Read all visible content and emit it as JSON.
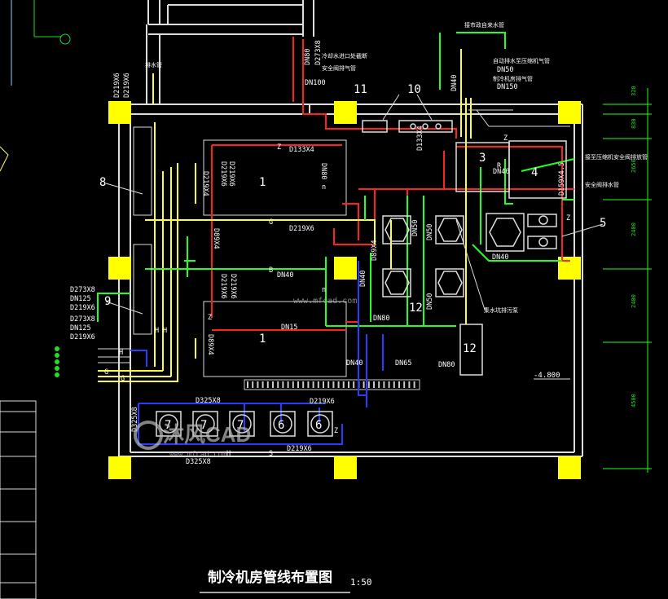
{
  "colors": {
    "background": "#000000",
    "wall": "#ffffff",
    "column": "#ffff00",
    "pipe_red": "#ff2020",
    "pipe_yellow": "#ffff30",
    "pipe_green": "#22ff22",
    "pipe_blue": "#2a3cff",
    "pipe_cyan": "#00e0e0",
    "text": "#ffffff"
  },
  "drawing": {
    "title": "制冷机房管线布置图",
    "scale": "1:50",
    "elevation": "-4.800"
  },
  "equipment": {
    "chiller_1": "1",
    "chiller_2": "1",
    "tag_3": "3",
    "tag_4": "4",
    "tag_5": "5",
    "tag_8": "8",
    "tag_9": "9",
    "tag_10": "10",
    "tag_11": "11",
    "tag_12": "12",
    "tag_12b": "12",
    "pump_6a": "6",
    "pump_6b": "6",
    "pump_7a": "7",
    "pump_7b": "7",
    "pump_7c": "7"
  },
  "pipe_labels": {
    "d133_top": "D133X4",
    "dn80_right": "DN80",
    "d219_g": "D219X6",
    "dn40_b": "DN40",
    "d219_left1": "D219X6",
    "d219_left2": "D219X6",
    "d89_1": "D89X4",
    "d219_v1": "D219X6",
    "d219_v2": "D219X6",
    "d89_2": "D89X4",
    "dn15": "DN15",
    "dn40_mid": "DN40",
    "dn80_mid": "DN80",
    "dn65": "DN65",
    "dn80_low": "DN80",
    "dn40_low": "DN40",
    "dn50_a": "DN50",
    "dn50_b": "DN50",
    "dn50_c": "DN50",
    "d133_v": "D133X4",
    "d159": "D159X4.5",
    "dn40_r1": "DN40",
    "dn40_r2": "DN40",
    "dn100": "DN100",
    "dn80_top": "DN80",
    "d273_top": "D273X8",
    "dn40_top": "DN40",
    "dn50_top": "DN50",
    "dn150_top": "DN150",
    "d219_tl1": "D219X6",
    "d219_tl2": "D219X6",
    "d325_top": "D325X8",
    "d325_left": "D325X8",
    "d325_bottom": "D325X8",
    "d219_b1": "D219X6",
    "d219_b2": "D219X6",
    "legend_1": "D273X8",
    "legend_2": "DN125",
    "legend_3": "D219X6",
    "legend_4": "D273X8",
    "legend_5": "DN125",
    "legend_6": "D219X6",
    "d219_x4": "D219X4",
    "d89_x4b": "D89X4"
  },
  "pipe_codes": {
    "z1": "Z",
    "g1": "G",
    "b1": "B",
    "n1": "n",
    "n2": "n",
    "h1": "H",
    "h2": "H",
    "g2": "G",
    "g3": "G",
    "h3": "H",
    "z2": "Z",
    "z3": "Z",
    "r1": "R",
    "z4": "Z",
    "h4": "H",
    "s1": "S",
    "z5": "Z"
  },
  "annotations": {
    "cold_water": "接市政自来水管",
    "dn40_note": "自动排水至压缩机气管",
    "dn150_note": "制冷机房排气管",
    "cooling_in": "冷却水进口处截断",
    "safe_exhaust": "安全阀排气管",
    "relief": "接至压缩机安全阀排放管",
    "safety_pipe": "安全阀排水管",
    "drain": "集水坑排污泵",
    "drain_left": "排水管"
  },
  "dimensions": [
    "320",
    "830",
    "2650",
    "2400",
    "2400",
    "4500"
  ],
  "watermark": {
    "brand": "沐风CAD",
    "url": "www.mfcad.com"
  }
}
